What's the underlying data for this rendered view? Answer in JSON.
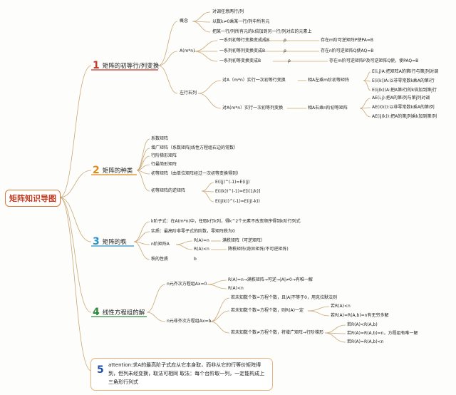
{
  "root": {
    "label": "矩阵知识导图",
    "color": "#c33a1f"
  },
  "colors": {
    "s1": "#c0392b",
    "s2": "#e08a1e",
    "s3": "#2b93c9",
    "s4": "#2e8b3d",
    "s5": "#1f4fa6",
    "line": "#c9a876"
  },
  "s1": {
    "num": "1",
    "title": "矩阵的初等行/列变换",
    "gainian": {
      "label": "概念",
      "items": [
        "对调任意两行/列",
        "以数k≠0乘某一行/列中所有元",
        "把某一行/列所有元的k倍加到另一行/列对应的元素上"
      ]
    },
    "amn": {
      "label": "A(m*n)",
      "rows": [
        {
          "a": "一系列初等行变换变成成B",
          "rel": "ρ",
          "b": "存在m阶可逆矩阵P使PA=B"
        },
        {
          "a": "一系列初等列变换变成B",
          "rel": "ρ",
          "b": "存在n阶可逆矩阵Q使AQ=B"
        },
        {
          "a": "一系列初等变换变成B",
          "rel": "ρ",
          "b": "存在m阶可逆矩阵P及可逆矩阵Q使，使PAQ=B"
        }
      ]
    },
    "zuoxing": {
      "label": "左行右列",
      "row1": {
        "a": "对A（m*n）实行一次初等行变换",
        "b": "相A左乘m阶初等矩阵",
        "c": [
          "E(i,j)A:把矩阵A的第i行与第j列对调",
          "E(i(k))A:以非零常数k乘A的第i行",
          "E(ij(k))A:把A第i行的k倍加到第j行"
        ]
      },
      "row2": {
        "a": "对A(m*n）实行一次初等列变换",
        "b": "相A右乘n阶初等矩阵",
        "c": [
          "AE(i,j):把A的第i列与第j列对调",
          "AE(i(k)):以非零常数k乘A的第i列",
          "AE(ij(k)):把A的第j列乘k加到第i列"
        ]
      }
    }
  },
  "s2": {
    "num": "2",
    "title": "矩阵的种类",
    "items": [
      "系数矩阵",
      "增广矩阵（系数矩阵|线性方程组右边的常数）",
      "行阶梯形矩阵",
      "行最简形矩阵",
      "初等矩阵（由单位矩阵经过一次初等变换得到）"
    ],
    "inv": {
      "label": "初等矩阵的逆矩阵",
      "items": [
        "E(i|j)^(-1)=E(i|j)",
        "E(i(k))^(-1)=E[i(1/k)]",
        "E(ij(k))^(-1)=E(ij(-k))"
      ]
    }
  },
  "s3": {
    "num": "3",
    "title": "矩阵的秩",
    "items": [
      "k阶子式：在A(m*n)中，任取k行k列，得k^2个元素不改变顺序得到k阶行列式",
      "实质：最高阶非零子式的阶数，零矩阵秩为0"
    ],
    "njie": {
      "label": "n阶矩阵A",
      "rows": [
        {
          "a": "R(A)=n",
          "b": "满秩矩阵（可逆矩阵）"
        },
        {
          "a": "R(A)<n",
          "b": "降秩矩阵(奇异矩阵/不可逆矩阵)"
        }
      ]
    },
    "xingzhi": {
      "label": "秩的性质",
      "value": "b"
    }
  },
  "s4": {
    "num": "4",
    "title": "线性方程组的解",
    "homog": {
      "label": "n元齐次方程组Ax=0",
      "items": [
        "R(A)=n→满秩矩阵→可逆→|A|≠0→有唯一解",
        "R(A)<n"
      ]
    },
    "nonhomog": {
      "label": "n元非齐次方程组Ax=b",
      "c1": "若未知数个数=方程个数，且|A|不等于0，用克拉默法则",
      "c2": {
        "text": "若未知数个数=方程个数，则R(A)一定",
        "items": [
          "若R(A)<n",
          "若R(A)=R(A,b)=n有无穷多解"
        ]
      },
      "c3": {
        "text": "若未知数个数≠方程个数，将增广矩阵→行阶梯形",
        "items": [
          "若R(A)<R(A,b)",
          "若R(A)=R(A,b)=n，方程组有唯一解",
          "若R(A)=R(A,b)<n"
        ]
      }
    }
  },
  "s5": {
    "num": "5",
    "text": "attention:求A的最高阶子式应从它本身取，而非从它的行等价矩阵得到，但列未经变换，取法可相同 取法：每个台阶取一列，一定能构成上三角形行列式"
  }
}
